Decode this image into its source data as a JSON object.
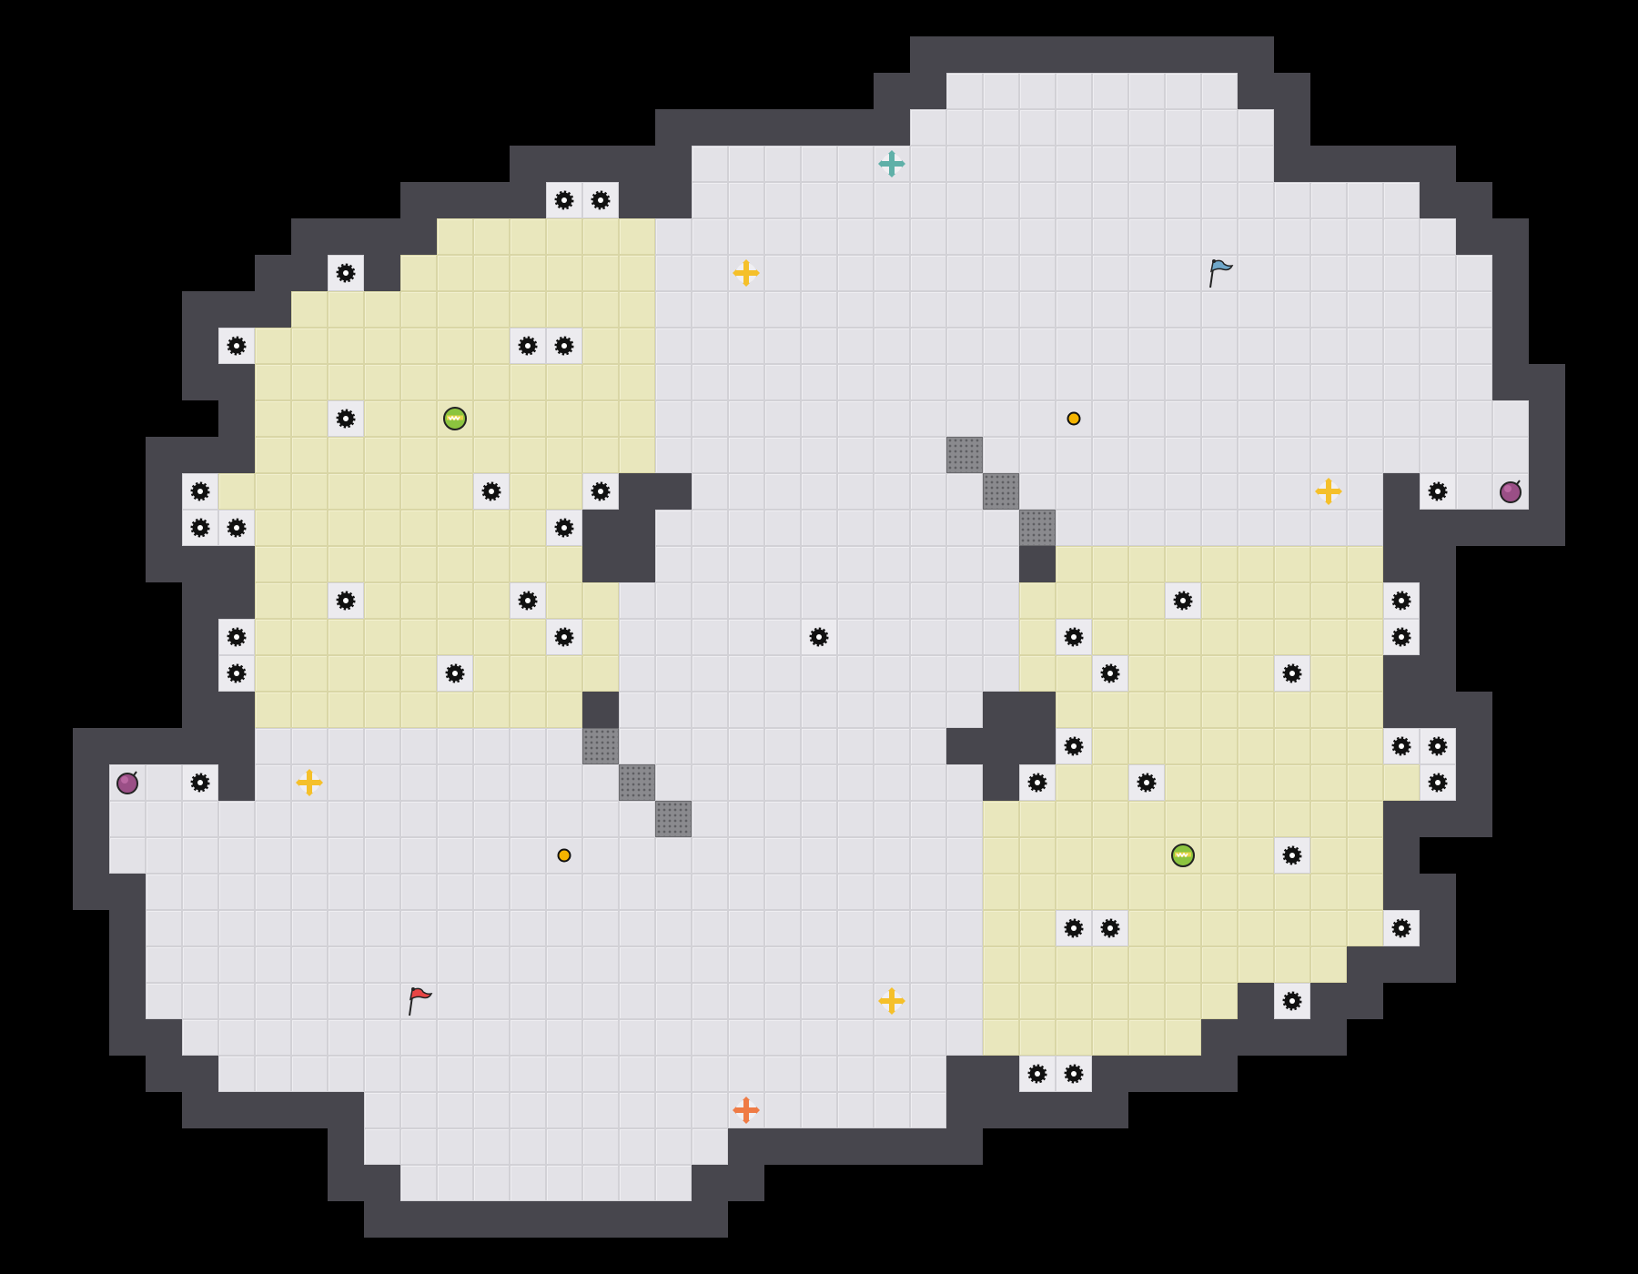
{
  "game": {
    "grid_columns": 45,
    "grid_rows": 35,
    "colors": {
      "floor": "#e3e2e7",
      "zone": "#e9e7bd",
      "wall": "#47464d",
      "background": "#000000",
      "gear": "#111111",
      "coin": "#f4b400",
      "cross_yellow": "#f5c02a",
      "cross_teal": "#5fb0a8",
      "cross_orange": "#ef7b45",
      "flag_blue": "#6fa7c9",
      "flag_red": "#e84545",
      "bomb": "#9a4f86",
      "ball": "#8cc43f"
    },
    "floor_spans": [
      [
        2,
        26,
        33
      ],
      [
        3,
        25,
        34
      ],
      [
        4,
        19,
        34
      ],
      [
        5,
        15,
        16
      ],
      [
        5,
        19,
        38
      ],
      [
        6,
        12,
        39
      ],
      [
        7,
        9,
        9
      ],
      [
        7,
        11,
        40
      ],
      [
        8,
        8,
        40
      ],
      [
        9,
        6,
        40
      ],
      [
        10,
        7,
        40
      ],
      [
        11,
        7,
        41
      ],
      [
        12,
        7,
        41
      ],
      [
        13,
        5,
        16
      ],
      [
        13,
        19,
        37
      ],
      [
        13,
        39,
        41
      ],
      [
        14,
        5,
        15
      ],
      [
        14,
        18,
        37
      ],
      [
        15,
        7,
        15
      ],
      [
        15,
        18,
        27
      ],
      [
        15,
        29,
        37
      ],
      [
        16,
        7,
        38
      ],
      [
        17,
        6,
        38
      ],
      [
        18,
        6,
        37
      ],
      [
        19,
        7,
        15
      ],
      [
        19,
        17,
        26
      ],
      [
        19,
        29,
        37
      ],
      [
        20,
        7,
        25
      ],
      [
        20,
        29,
        39
      ],
      [
        21,
        3,
        5
      ],
      [
        21,
        7,
        26
      ],
      [
        21,
        28,
        39
      ],
      [
        22,
        3,
        37
      ],
      [
        23,
        3,
        37
      ],
      [
        24,
        4,
        37
      ],
      [
        25,
        4,
        38
      ],
      [
        26,
        4,
        36
      ],
      [
        27,
        4,
        33
      ],
      [
        27,
        35,
        35
      ],
      [
        28,
        5,
        32
      ],
      [
        29,
        6,
        25
      ],
      [
        29,
        28,
        29
      ],
      [
        30,
        10,
        25
      ],
      [
        31,
        10,
        19
      ],
      [
        32,
        11,
        18
      ],
      [
        20,
        16,
        16
      ]
    ],
    "zone_spans": [
      [
        6,
        12,
        17
      ],
      [
        7,
        11,
        17
      ],
      [
        8,
        8,
        17
      ],
      [
        9,
        7,
        17
      ],
      [
        10,
        7,
        17
      ],
      [
        11,
        7,
        17
      ],
      [
        12,
        7,
        17
      ],
      [
        13,
        6,
        16
      ],
      [
        14,
        7,
        15
      ],
      [
        15,
        7,
        15
      ],
      [
        16,
        7,
        16
      ],
      [
        17,
        7,
        16
      ],
      [
        18,
        7,
        16
      ],
      [
        19,
        7,
        15
      ],
      [
        15,
        29,
        37
      ],
      [
        16,
        28,
        37
      ],
      [
        17,
        28,
        37
      ],
      [
        18,
        28,
        37
      ],
      [
        19,
        29,
        37
      ],
      [
        20,
        29,
        37
      ],
      [
        21,
        29,
        38
      ],
      [
        22,
        27,
        37
      ],
      [
        23,
        27,
        37
      ],
      [
        24,
        27,
        37
      ],
      [
        25,
        27,
        37
      ],
      [
        26,
        27,
        36
      ],
      [
        27,
        27,
        33
      ],
      [
        28,
        27,
        32
      ]
    ],
    "stairs": [
      [
        12,
        26
      ],
      [
        13,
        27
      ],
      [
        14,
        28
      ],
      [
        20,
        16
      ],
      [
        21,
        17
      ],
      [
        22,
        18
      ]
    ],
    "gears": [
      [
        5,
        15
      ],
      [
        5,
        16
      ],
      [
        7,
        9
      ],
      [
        9,
        6
      ],
      [
        9,
        14
      ],
      [
        9,
        15
      ],
      [
        11,
        9
      ],
      [
        13,
        5
      ],
      [
        13,
        13
      ],
      [
        13,
        16
      ],
      [
        13,
        39
      ],
      [
        14,
        5
      ],
      [
        14,
        6
      ],
      [
        14,
        15
      ],
      [
        16,
        9
      ],
      [
        16,
        14
      ],
      [
        16,
        32
      ],
      [
        16,
        38
      ],
      [
        17,
        6
      ],
      [
        17,
        15
      ],
      [
        17,
        22
      ],
      [
        17,
        29
      ],
      [
        17,
        38
      ],
      [
        18,
        6
      ],
      [
        18,
        12
      ],
      [
        18,
        30
      ],
      [
        18,
        35
      ],
      [
        20,
        29
      ],
      [
        20,
        38
      ],
      [
        20,
        39
      ],
      [
        21,
        5
      ],
      [
        21,
        28
      ],
      [
        21,
        31
      ],
      [
        21,
        39
      ],
      [
        23,
        35
      ],
      [
        25,
        29
      ],
      [
        25,
        30
      ],
      [
        25,
        38
      ],
      [
        27,
        35
      ],
      [
        29,
        28
      ],
      [
        29,
        29
      ]
    ],
    "items": [
      {
        "type": "cross",
        "color": "cross_teal",
        "row": 4,
        "col": 24
      },
      {
        "type": "cross",
        "color": "cross_yellow",
        "row": 7,
        "col": 20
      },
      {
        "type": "flag",
        "color": "flag_blue",
        "row": 7,
        "col": 33
      },
      {
        "type": "coin",
        "color": "coin",
        "row": 11,
        "col": 29
      },
      {
        "type": "ball",
        "color": "ball",
        "row": 11,
        "col": 12
      },
      {
        "type": "cross",
        "color": "cross_yellow",
        "row": 13,
        "col": 36
      },
      {
        "type": "bomb",
        "color": "bomb",
        "row": 13,
        "col": 41
      },
      {
        "type": "bomb",
        "color": "bomb",
        "row": 21,
        "col": 3
      },
      {
        "type": "cross",
        "color": "cross_yellow",
        "row": 21,
        "col": 8
      },
      {
        "type": "coin",
        "color": "coin",
        "row": 23,
        "col": 15
      },
      {
        "type": "ball",
        "color": "ball",
        "row": 23,
        "col": 32
      },
      {
        "type": "flag",
        "color": "flag_red",
        "row": 27,
        "col": 11
      },
      {
        "type": "cross",
        "color": "cross_yellow",
        "row": 27,
        "col": 24
      },
      {
        "type": "cross",
        "color": "cross_orange",
        "row": 30,
        "col": 20
      }
    ]
  }
}
